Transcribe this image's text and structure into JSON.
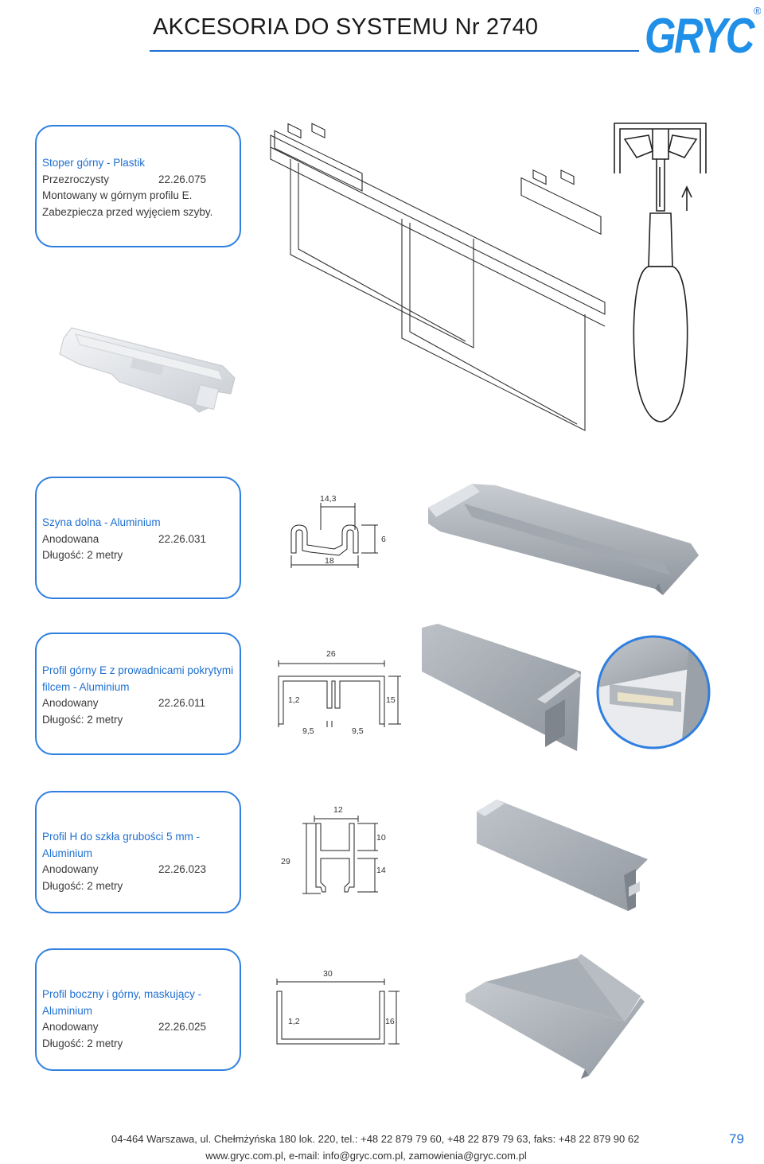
{
  "header": {
    "title": "AKCESORIA DO SYSTEMU Nr 2740",
    "logo_text": "GRYC",
    "logo_mark": "®"
  },
  "products": [
    {
      "name": "Stoper górny - Plastik",
      "finish": "Przezroczysty",
      "code": "22.26.075",
      "line3": "Montowany w górnym profilu E.",
      "line4": "Zabezpiecza przed wyjęciem szyby."
    },
    {
      "name": "Szyna dolna - Aluminium",
      "finish": "Anodowana",
      "code": "22.26.031",
      "length": "Długość: 2 metry",
      "dims": {
        "top": "14,3",
        "bottom": "18",
        "right": "6"
      }
    },
    {
      "name": "Profil górny E z prowadnicami pokrytymi",
      "name2": "filcem - Aluminium",
      "finish": "Anodowany",
      "code": "22.26.011",
      "length": "Długość: 2 metry",
      "dims": {
        "top": "26",
        "thick": "1,2",
        "right": "15",
        "left_slot": "9,5",
        "right_slot": "9,5"
      }
    },
    {
      "name": "Profil H do szkła grubości 5 mm - Aluminium",
      "finish": "Anodowany",
      "code": "22.26.023",
      "length": "Długość: 2 metry",
      "dims": {
        "top": "12",
        "left": "29",
        "upper": "10",
        "lower": "14"
      }
    },
    {
      "name": "Profil boczny i górny, maskujący - Aluminium",
      "finish": "Anodowany",
      "code": "22.26.025",
      "length": "Długość: 2 metry",
      "dims": {
        "top": "30",
        "thick": "1,2",
        "right": "16"
      }
    }
  ],
  "footer": {
    "line1": "04-464 Warszawa, ul. Chełmżyńska 180 lok. 220, tel.: +48 22 879 79 60, +48 22 879 79 63, faks: +48 22 879 90 62",
    "line2": "www.gryc.com.pl, e-mail: info@gryc.com.pl, zamowienia@gryc.com.pl",
    "page": "79"
  },
  "colors": {
    "accent": "#1f6fd0",
    "border": "#2f7fe0",
    "metal": "#a9afb6"
  }
}
